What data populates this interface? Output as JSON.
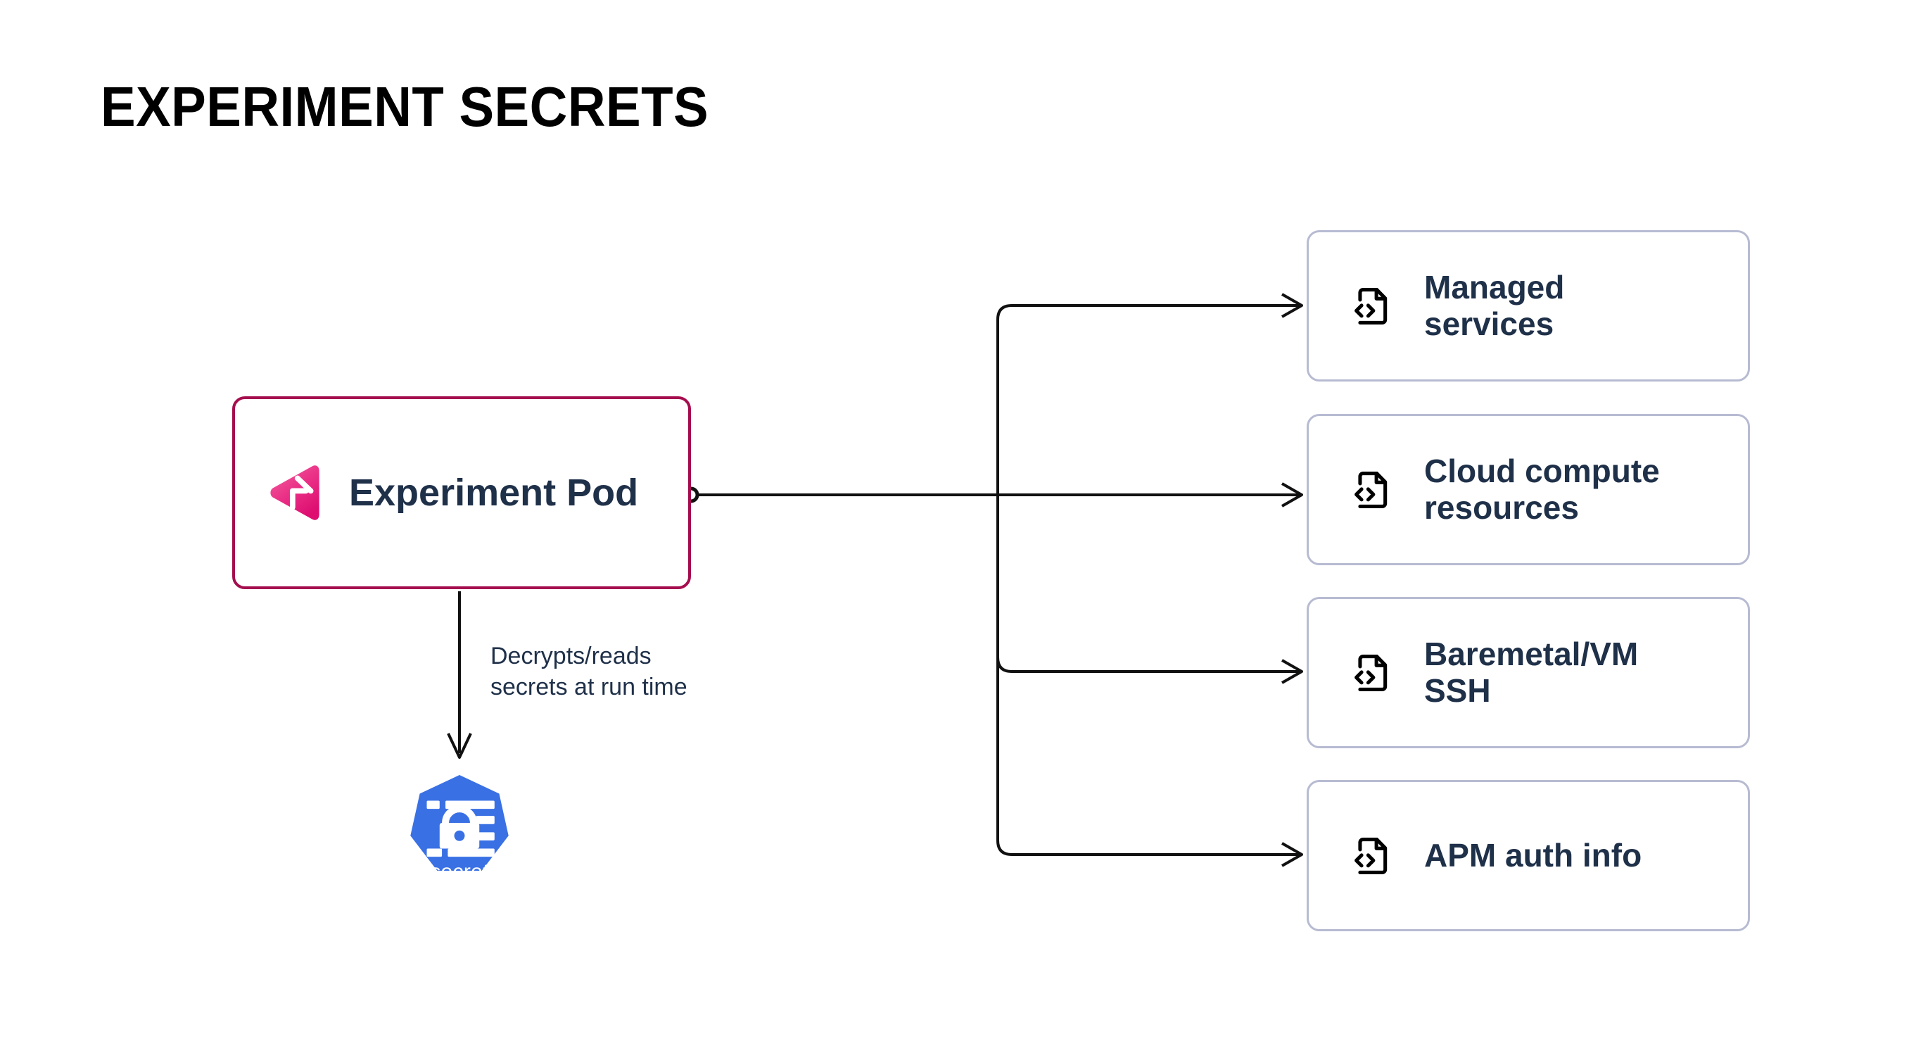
{
  "page": {
    "title": "EXPERIMENT SECRETS",
    "background": "#ffffff"
  },
  "colors": {
    "pod_border": "#A50E4E",
    "pod_logo_pink_light": "#F0559A",
    "pod_logo_pink_dark": "#E0187A",
    "text_navy": "#1F3049",
    "card_border": "#B7BBD2",
    "connector": "#111111",
    "kubernetes_blue": "#3970E4",
    "secret_white": "#ffffff"
  },
  "source_node": {
    "label": "Experiment Pod",
    "icon": "gremlin-logo-icon",
    "border_color": "#A50E4E"
  },
  "secret_node": {
    "caption": "secret",
    "icon": "kubernetes-secret-icon",
    "shape": "heptagon",
    "fill": "#3970E4"
  },
  "edges": {
    "to_secret_label": "Decrypts/reads\nsecrets at run time",
    "branch_style": "orthogonal-rounded",
    "arrowhead": "open-chevron"
  },
  "targets": [
    {
      "id": "managed-services",
      "label": "Managed\nservices",
      "icon": "file-code-icon"
    },
    {
      "id": "cloud-compute",
      "label": "Cloud compute\nresources",
      "icon": "file-code-icon"
    },
    {
      "id": "baremetal-vm-ssh",
      "label": "Baremetal/VM\nSSH",
      "icon": "file-code-icon"
    },
    {
      "id": "apm-auth-info",
      "label": "APM auth info",
      "icon": "file-code-icon"
    }
  ]
}
